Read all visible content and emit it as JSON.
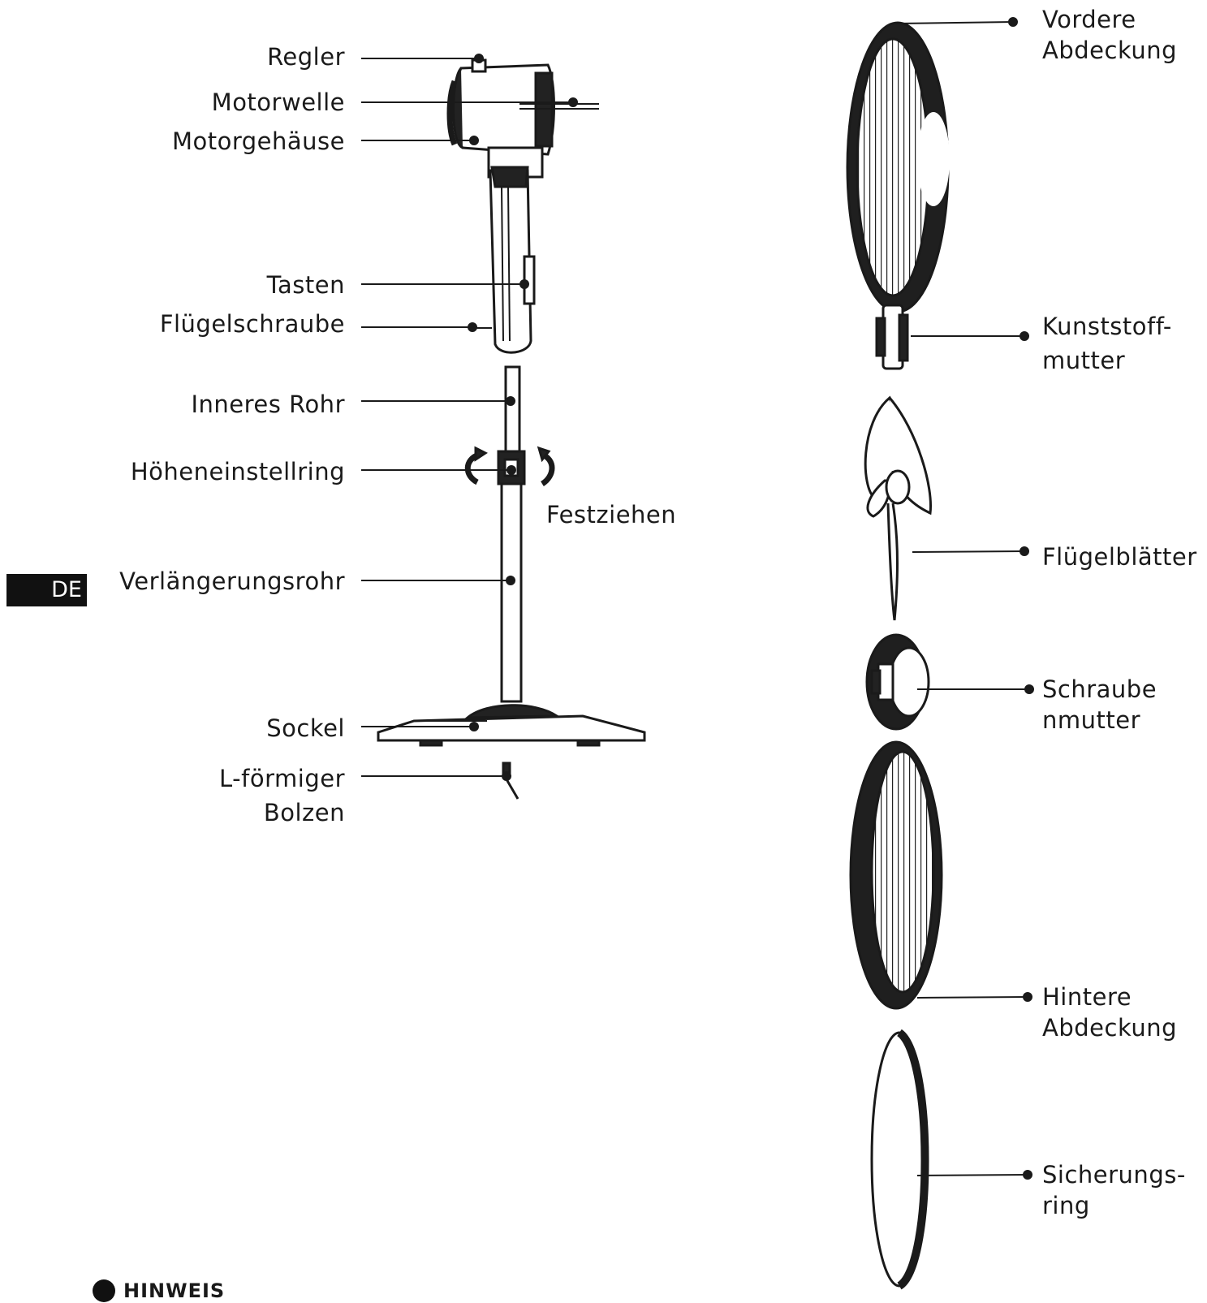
{
  "language_tab": "DE",
  "note_heading": "HINWEIS",
  "left_labels": {
    "regler": "Regler",
    "motorwelle": "Motorwelle",
    "motorgehaeuse": "Motorgehäuse",
    "tasten": "Tasten",
    "fluegelschraube": "Flügelschraube",
    "inneres_rohr": "Inneres Rohr",
    "hoeheneinstellring": "Höheneinstellring",
    "verlaengerungsrohr": "Verlängerungsrohr",
    "sockel": "Sockel",
    "l_bolzen_1": "L-förmiger",
    "l_bolzen_2": "Bolzen"
  },
  "tighten_label": "Festziehen",
  "right_labels": {
    "vordere_1": "Vordere",
    "vordere_2": "Abdeckung",
    "kunststoff_1": "Kunststoff-",
    "kunststoff_2": "mutter",
    "fluegelblaetter": "Flügelblätter",
    "schraube_1": "Schraube",
    "schraube_2": "nmutter",
    "hintere_1": "Hintere",
    "hintere_2": "Abdeckung",
    "sicherung_1": "Sicherungs-",
    "sicherung_2": "ring"
  },
  "line_color": "#1a1a1a"
}
